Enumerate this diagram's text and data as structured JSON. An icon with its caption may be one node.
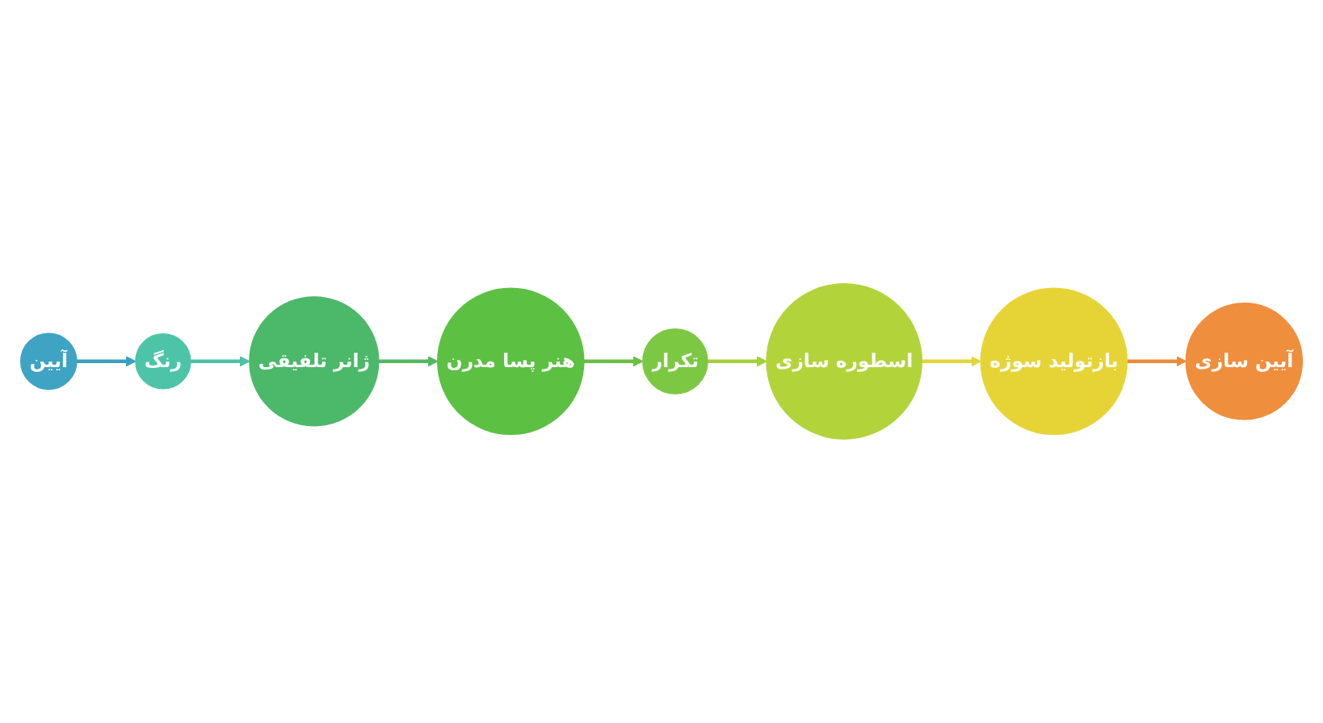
{
  "diagram": {
    "nodes": [
      {
        "text": [
          "آیین"
        ]
      },
      {
        "text": [
          "رنگ"
        ]
      },
      {
        "text": [
          "ژانر تلفیقی"
        ]
      },
      {
        "text": [
          "هنر پسا مدرن"
        ]
      },
      {
        "text": [
          "تکرار"
        ]
      },
      {
        "text": [
          "اسطوره سازی"
        ]
      },
      {
        "text": [
          "بازتولید سوژه"
        ]
      },
      {
        "text": [
          "آیین سازی"
        ]
      }
    ],
    "edges": [
      {
        "from": 0,
        "to": 1,
        "arrow": "to",
        "color": "#3a9fc0"
      },
      {
        "from": 1,
        "to": 2,
        "arrow": "to",
        "color": "#4cc0a8"
      },
      {
        "from": 2,
        "to": 3,
        "arrow": "to",
        "color": "#55b860"
      },
      {
        "from": 3,
        "to": 4,
        "arrow": "to",
        "color": "#6abf45"
      },
      {
        "from": 4,
        "to": 5,
        "arrow": "to",
        "color": "#a6cf3c"
      },
      {
        "from": 5,
        "to": 6,
        "arrow": "to",
        "color": "#e3d53a"
      },
      {
        "from": 6,
        "to": 7,
        "arrow": "to",
        "color": "#ec8a3a"
      }
    ]
  }
}
